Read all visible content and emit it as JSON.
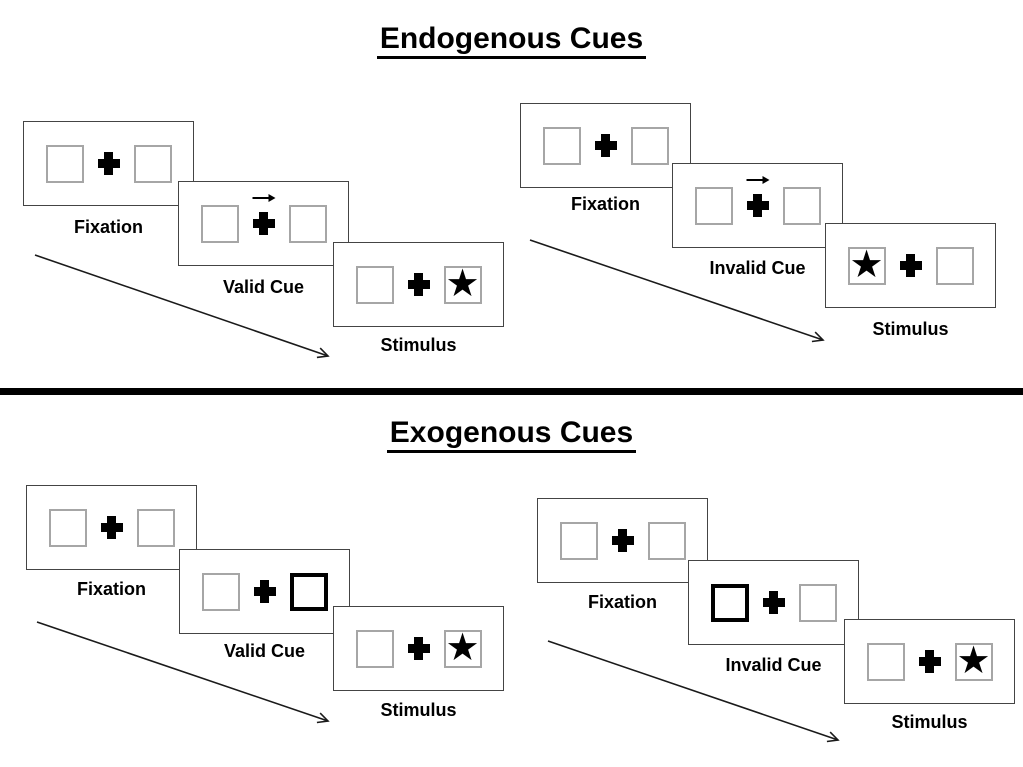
{
  "sections": [
    {
      "title": "Endogenous Cues",
      "panels": [
        {
          "name": "valid",
          "screens": [
            {
              "label": "Fixation",
              "left": "empty",
              "center": "plus",
              "right": "empty"
            },
            {
              "label": "Valid Cue",
              "left": "empty",
              "center": "plus-arrow",
              "right": "empty"
            },
            {
              "label": "Stimulus",
              "left": "empty",
              "center": "plus",
              "right": "star"
            }
          ]
        },
        {
          "name": "invalid",
          "screens": [
            {
              "label": "Fixation",
              "left": "empty",
              "center": "plus",
              "right": "empty"
            },
            {
              "label": "Invalid Cue",
              "left": "empty",
              "center": "plus-arrow",
              "right": "empty"
            },
            {
              "label": "Stimulus",
              "left": "star",
              "center": "plus",
              "right": "empty"
            }
          ]
        }
      ]
    },
    {
      "title": "Exogenous Cues",
      "panels": [
        {
          "name": "valid",
          "screens": [
            {
              "label": "Fixation",
              "left": "empty",
              "center": "plus",
              "right": "empty"
            },
            {
              "label": "Valid Cue",
              "left": "empty",
              "center": "plus",
              "right": "bold"
            },
            {
              "label": "Stimulus",
              "left": "empty",
              "center": "plus",
              "right": "star"
            }
          ]
        },
        {
          "name": "invalid",
          "screens": [
            {
              "label": "Fixation",
              "left": "empty",
              "center": "plus",
              "right": "empty"
            },
            {
              "label": "Invalid Cue",
              "left": "bold",
              "center": "plus",
              "right": "empty"
            },
            {
              "label": "Stimulus",
              "left": "empty",
              "center": "plus",
              "right": "star"
            }
          ]
        }
      ]
    }
  ],
  "icons": {
    "star": "★",
    "fixation_cross": "+",
    "cue_arrow": "→",
    "timeline_arrow": "↘"
  },
  "colors": {
    "background": "#ffffff",
    "screen_border": "#444444",
    "box_border": "#a6a6a6",
    "cue_box_border": "#000000",
    "symbol": "#000000",
    "divider": "#000000"
  }
}
